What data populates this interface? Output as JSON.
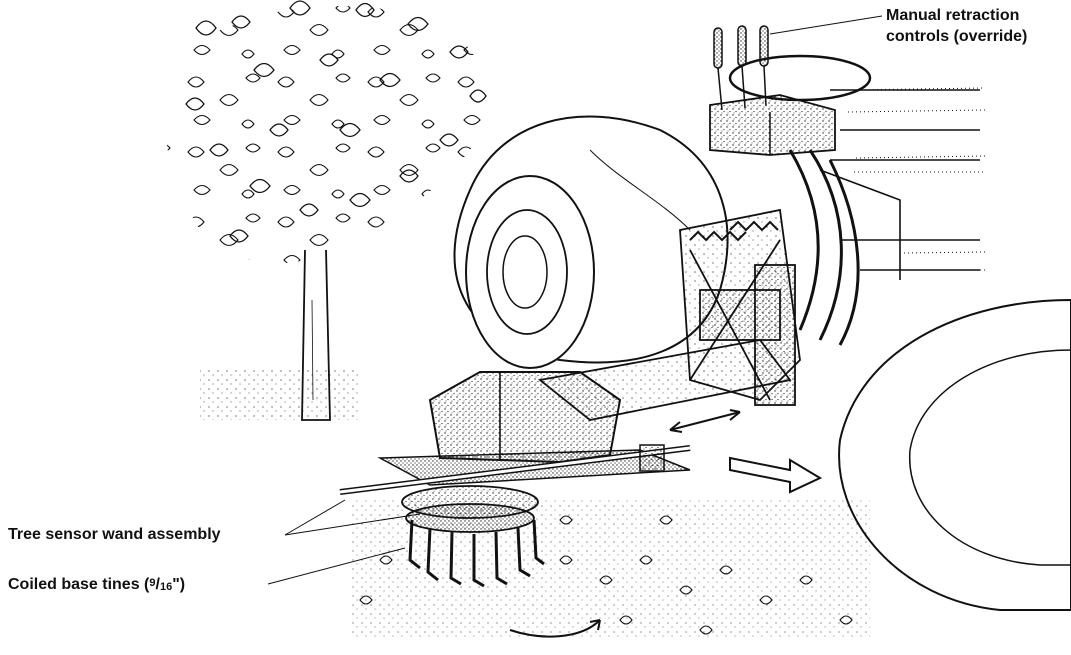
{
  "labels": {
    "manual_line1": "Manual retraction",
    "manual_line2": "controls (override)",
    "wand": "Tree sensor wand assembly",
    "tines_prefix": "Coiled base tines (",
    "tines_num": "9",
    "tines_slash": "/",
    "tines_den": "16",
    "tines_suffix": "\")"
  },
  "colors": {
    "ink": "#111111",
    "background": "#ffffff",
    "stipple": "#222222"
  }
}
